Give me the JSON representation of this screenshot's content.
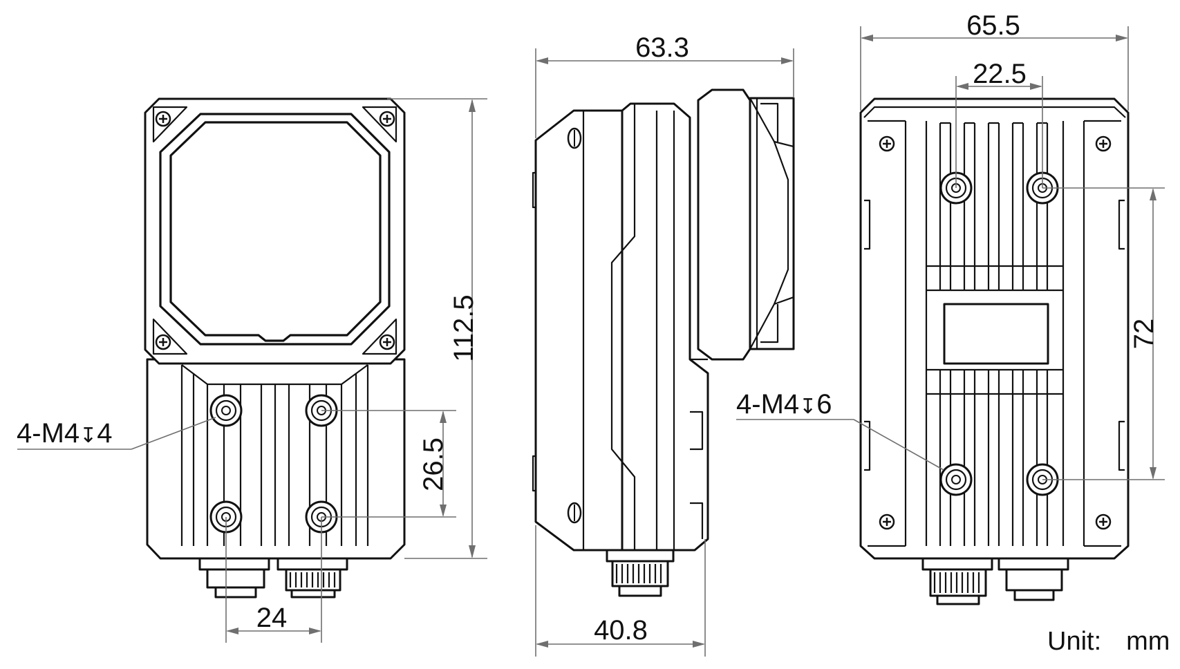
{
  "views": {
    "front": {
      "height_dim": "112.5",
      "hole_spacing_vertical": "26.5",
      "hole_spacing_horizontal": "24",
      "hole_callout": "4-M4",
      "hole_depth": "4"
    },
    "side": {
      "depth_total": "63.3",
      "depth_body": "40.8"
    },
    "back": {
      "width_dim": "65.5",
      "hole_spacing_horizontal": "22.5",
      "hole_spacing_vertical": "72",
      "hole_callout": "4-M4",
      "hole_depth": "6"
    }
  },
  "unit_label": "Unit:",
  "unit_value": "mm"
}
